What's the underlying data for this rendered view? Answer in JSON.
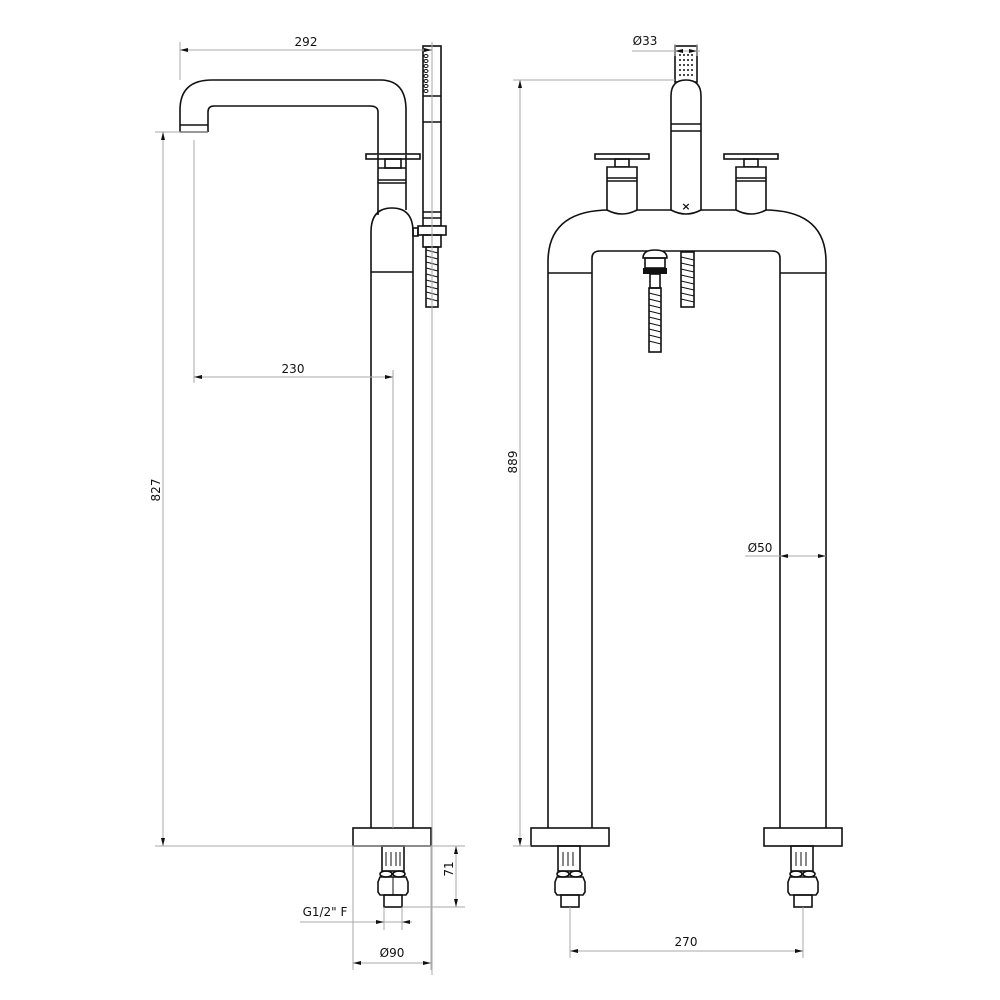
{
  "drawing": {
    "type": "technical-drawing",
    "subject": "floor-standing bath mixer with hand shower",
    "views": [
      "side-view",
      "front-view"
    ]
  },
  "dimensions": {
    "side": {
      "spout_reach_total": "292",
      "spout_reach_to_axis": "230",
      "spout_height": "827",
      "connection_height": "71",
      "connection_thread": "G1/2\" F",
      "base_diameter": "Ø90"
    },
    "front": {
      "handshower_diameter": "Ø33",
      "overall_height": "889",
      "leg_diameter": "Ø50",
      "leg_spacing": "270"
    }
  },
  "colors": {
    "line": "#111111",
    "dimension_line": "#aaaaaa",
    "background": "#ffffff"
  }
}
